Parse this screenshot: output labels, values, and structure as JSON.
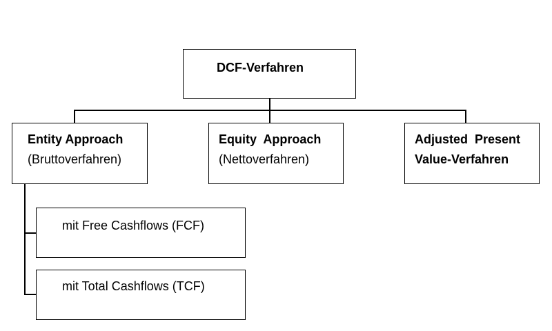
{
  "diagram": {
    "root": {
      "label": "DCF-Verfahren"
    },
    "approaches": [
      {
        "title": "Entity Approach",
        "subtitle": "(Bruttoverfahren)"
      },
      {
        "title": "Equity  Approach",
        "subtitle": "(Nettoverfahren)"
      },
      {
        "title_line1": "Adjusted  Present",
        "title_line2": "Value-Verfahren"
      }
    ],
    "entity_variants": [
      {
        "label": "mit Free Cashflows (FCF)"
      },
      {
        "label": "mit Total Cashflows (TCF)"
      }
    ]
  }
}
